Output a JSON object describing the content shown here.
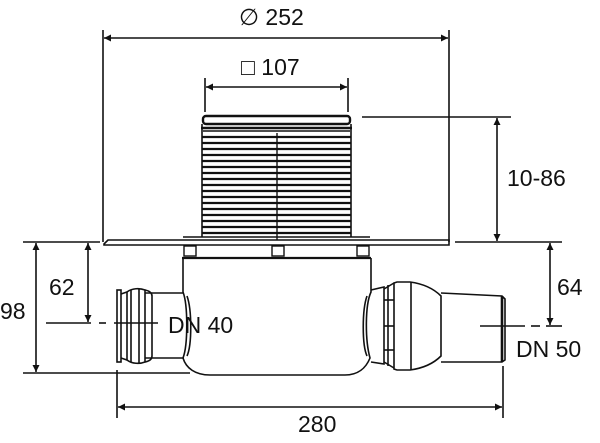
{
  "drawing": {
    "subject": "floor drain body with height-adjustable top section",
    "line_color": "#111111",
    "background": "#ffffff"
  },
  "dimensions": {
    "flange_diameter": "∅ 252",
    "grate_square": "□ 107",
    "height_adjustment": "10-86",
    "left_total_height": "98",
    "left_outlet_height": "62",
    "right_outlet_height": "64",
    "overall_length": "280"
  },
  "outlets": {
    "left": "DN 40",
    "right": "DN 50"
  }
}
